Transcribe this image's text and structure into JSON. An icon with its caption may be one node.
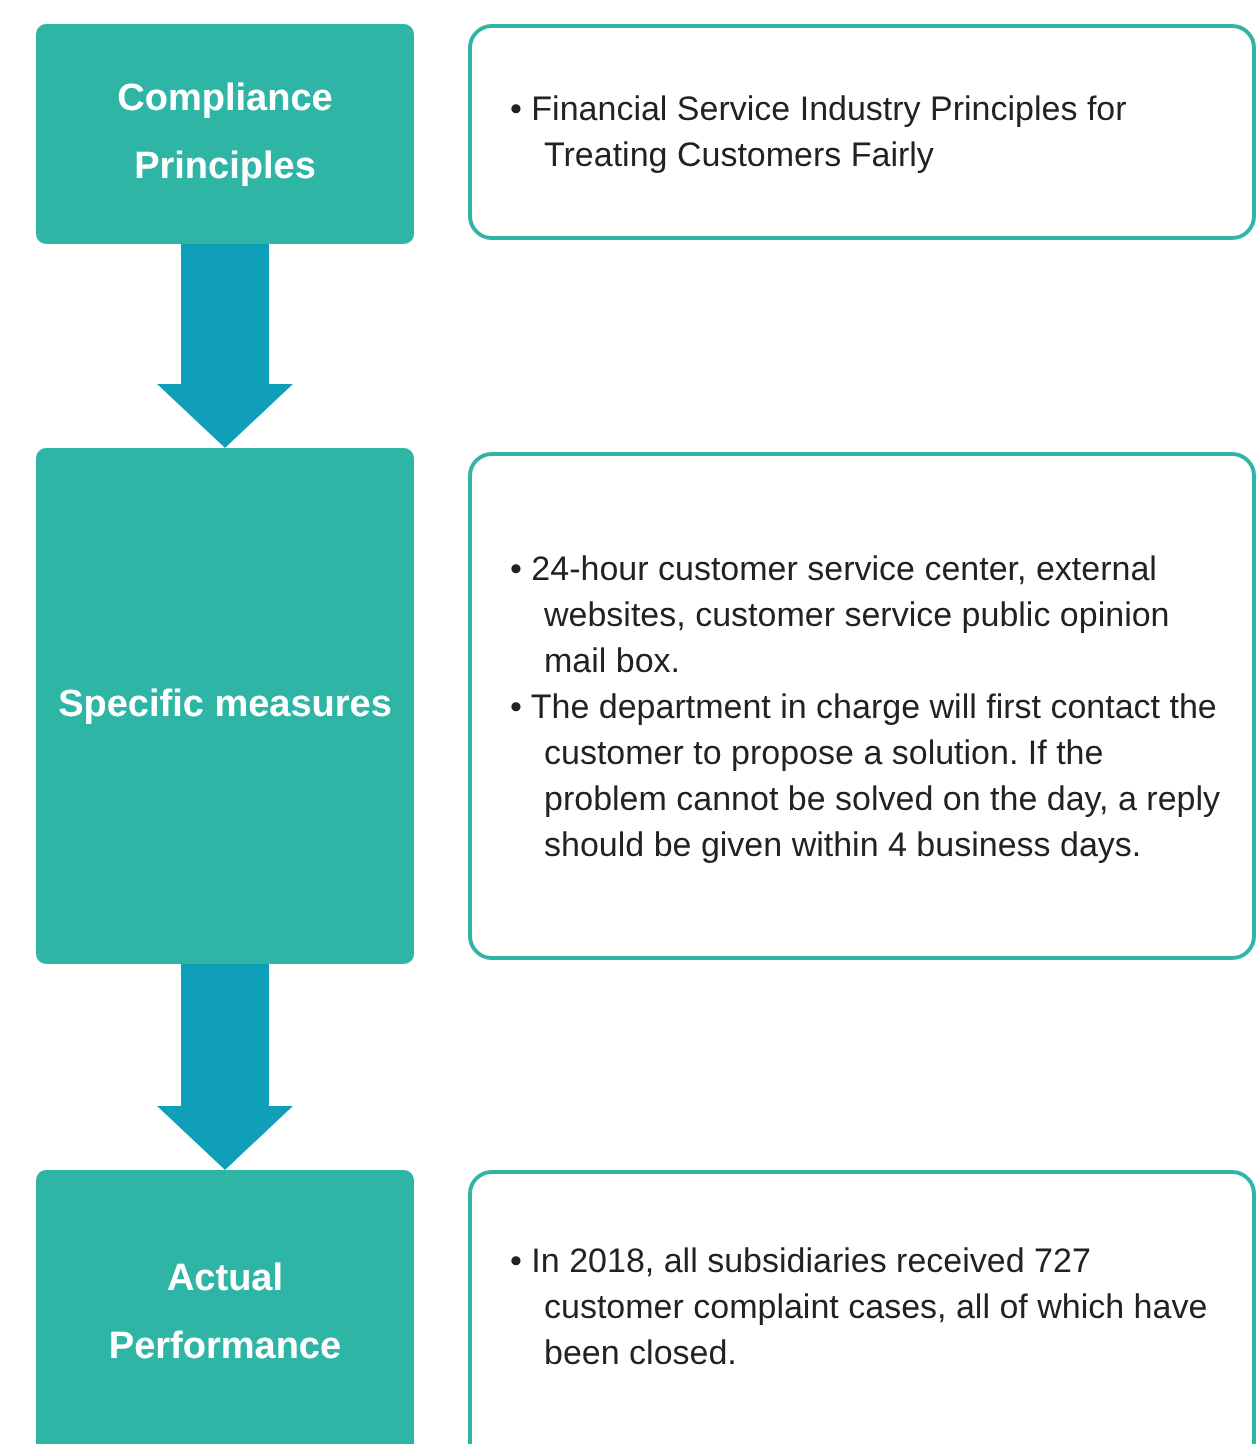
{
  "diagram": {
    "nodes": [
      {
        "text": [
          "Compliance Principles"
        ]
      },
      {
        "text": [
          "• Financial Service Industry Principles for Treating Customers Fairly"
        ]
      },
      {
        "text": [
          "Specific measures"
        ]
      },
      {
        "text": [
          "• 24-hour customer service center, external websites, customer service public opinion mail box.",
          "• The department in charge will first contact the customer to propose a solution. If the problem cannot be solved on the day, a reply should be given within 4 business days."
        ]
      },
      {
        "text": [
          "Actual Performance"
        ]
      },
      {
        "text": [
          "• In 2018, all subsidiaries received 727 customer complaint cases, all of which have been closed."
        ]
      }
    ],
    "edges": [
      {
        "from": 0,
        "to": 2,
        "arrow": "to"
      },
      {
        "from": 2,
        "to": 4,
        "arrow": "to"
      }
    ]
  }
}
